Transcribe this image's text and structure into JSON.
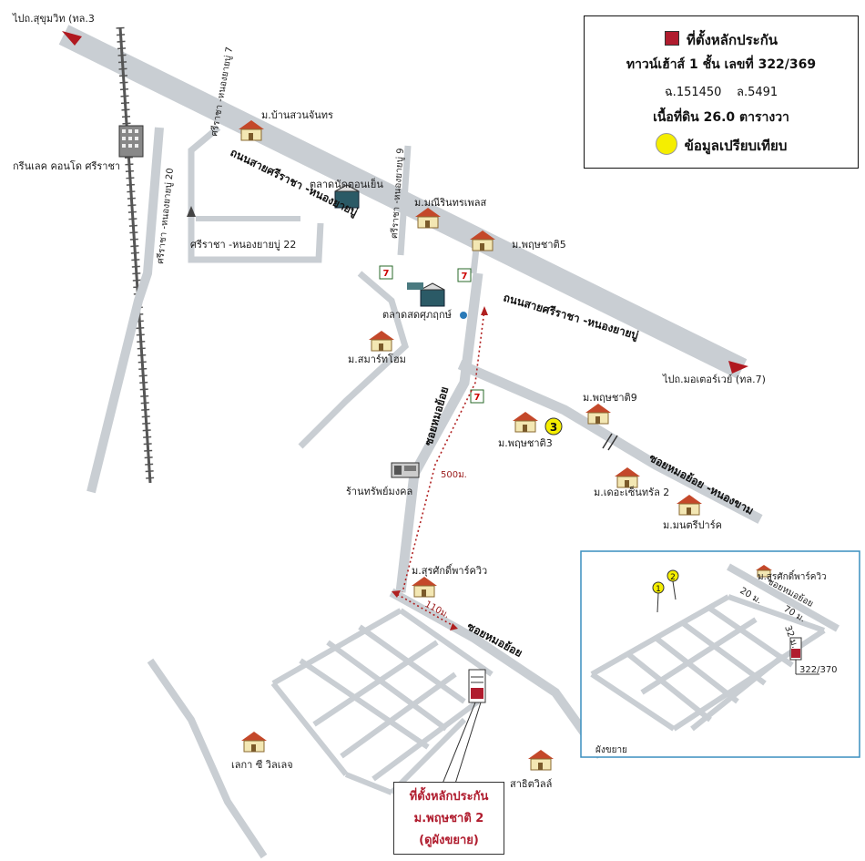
{
  "legend": {
    "collateral_title": "ที่ตั้งหลักประกัน",
    "property_line": "ทาวน์เฮ้าส์ 1 ชั้น เลขที่ 322/369",
    "deed_no": "ฉ.151450",
    "land_no": "ล.5491",
    "land_area": "เนื้อที่ดิน 26.0 ตารางวา",
    "comparison_label": "ข้อมูลเปรียบเทียบ",
    "colors": {
      "collateral_square": "#b01c2e",
      "comparison_circle": "#f5ee00"
    }
  },
  "destinations": {
    "to_sukhumvit": "ไปถ.สุขุมวิท (ทล.3",
    "to_motorway": "ไปถ.มอเตอร์เวย์ (ทล.7)"
  },
  "roads": {
    "main_road_1": "ถนนสายศรีราชา -หนองยายบู่",
    "main_road_2": "ถนนสายศรีราชา -หนองยายบู่",
    "soi_20": "ศรีราชา -หนองยายบู่ 20",
    "soi_7": "ศรีราชา -หนองยายบู่ 7",
    "soi_9": "ศรีราชา -หนองยายบู่ 9",
    "soi_22": "ศรีราชา -หนองยายบู่ 22",
    "soi_mor_yoi_vertical": "ซอยหมอย้อย",
    "soi_mor_yoi_nong_kham": "ซอยหมอย้อย -หนองขาม",
    "soi_mor_yoi_lower": "ซอยหมอย้อย"
  },
  "places": {
    "green_lake": "กรีนเลค คอนโด ศรีราชา",
    "baan_suan_chan": "ม.บ้านสวนจันทร",
    "talad_nat": "ตลาดนัดตอนเย็น",
    "manee_rin": "ม.มณีรินทรเพลส",
    "pruksa_5": "ม.พฤษชาติ5",
    "talad_sod": "ตลาดสดศุภฤกษ์",
    "smart_home": "ม.สมาร์ทโฮม",
    "pruksa_9": "ม.พฤษชาติ9",
    "pruksa_3": "ม.พฤษชาติ3",
    "rantap": "ร้านทรัพย์มงคล",
    "the_central_2": "ม.เดอะเซ็นทรัล 2",
    "montri_park": "ม.มนตรีปาร์ค",
    "suksak": "ม.สุรศักดิ์พาร์ควิว",
    "laguna": "เลกา ซี วิลเลจ",
    "sathit": "สาธิตวิลล์"
  },
  "comparison_markers": {
    "marker_3": "3"
  },
  "distances": {
    "d_500": "500ม.",
    "d_110": "110ม."
  },
  "callout": {
    "line1": "ที่ตั้งหลักประกัน",
    "line2": "ม.พฤษชาติ 2",
    "line3": "(ดูผังขยาย)"
  },
  "inset": {
    "label": "ผังขยาย",
    "marker_1": "1",
    "marker_2": "2",
    "house_no": "322/370",
    "place": "ม.สุรศักดิ์พาร์ควิว",
    "road": "ซอยหมอย้อย",
    "dim_a": "20 ม.",
    "dim_b": "70 ม.",
    "dim_c": "32 ม."
  }
}
